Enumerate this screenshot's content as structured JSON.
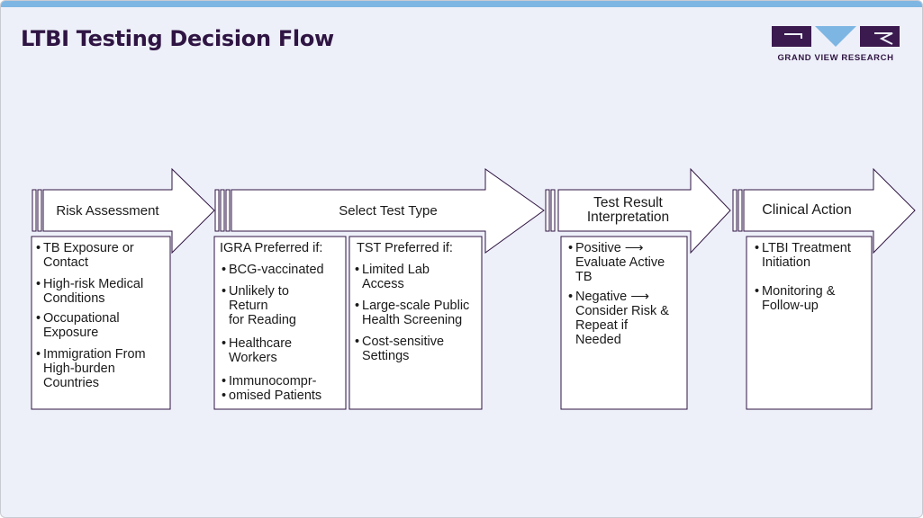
{
  "title": "LTBI Testing Decision Flow",
  "logo": {
    "text": "GRAND VIEW RESEARCH",
    "color": "#3b1a4f",
    "accent": "#7eb6e3"
  },
  "colors": {
    "background": "#eef0f9",
    "top_bar": "#7eb6e3",
    "title": "#2f1543",
    "stroke": "#2f1543"
  },
  "bullet": "•",
  "steps": [
    {
      "label": "Risk Assessment",
      "items": [
        "TB Exposure or\nContact",
        "High-risk Medical\nConditions",
        "Occupational\nExposure",
        "Immigration From\nHigh-burden\nCountries"
      ]
    },
    {
      "label": "Select Test Type",
      "groups": [
        {
          "heading": "IGRA Preferred if:",
          "items": [
            "BCG-vaccinated",
            "Unlikely to\nReturn\nfor Reading",
            "Healthcare\nWorkers",
            "Immunocompr-",
            "omised Patients"
          ]
        },
        {
          "heading": "TST Preferred if:",
          "items": [
            "Limited Lab\nAccess",
            "Large-scale Public\nHealth Screening",
            "Cost-sensitive\nSettings"
          ]
        }
      ]
    },
    {
      "label": "Test Result\nInterpretation",
      "items": [
        "Positive ⟶\nEvaluate Active\nTB",
        "Negative ⟶\nConsider Risk &\nRepeat if\nNeeded"
      ]
    },
    {
      "label": "Clinical Action",
      "items": [
        "LTBI Treatment\nInitiation",
        "Monitoring &\nFollow-up"
      ]
    }
  ]
}
